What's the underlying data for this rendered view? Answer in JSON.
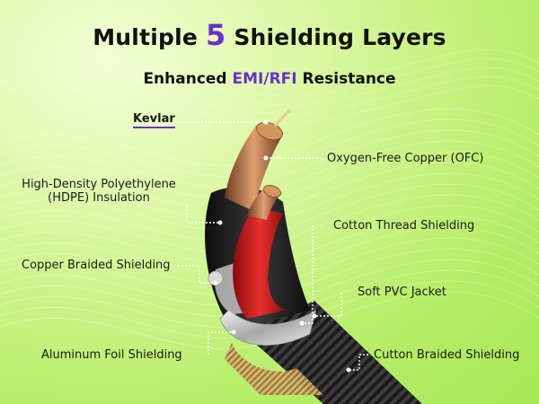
{
  "header": {
    "title_prefix": "Multiple",
    "title_number": "5",
    "title_suffix": "Shielding Layers",
    "subtitle_prefix": "Enhanced",
    "subtitle_highlight": "EMI/RFI",
    "subtitle_suffix": "Resistance"
  },
  "labels": {
    "kevlar": "Kevlar",
    "ofc": "Oxygen-Free Copper (OFC)",
    "hdpe_line1": "High-Density Polyethylene",
    "hdpe_line2": "(HDPE) Insulation",
    "cotton_thread": "Cotton Thread Shielding",
    "copper_braided": "Copper Braided Shielding",
    "pvc_jacket": "Soft PVC Jacket",
    "aluminum_foil": "Aluminum Foil Shielding",
    "cutton_braided": "Cutton Braided Shielding"
  },
  "colors": {
    "accent": "#6a30c8",
    "background": "#b9ee6a",
    "copper": "#c9855a",
    "insulation_red": "#d01818",
    "jacket_black": "#1c1c1c",
    "foil_silver": "#d9d9d9",
    "gold_braid": "#b8934a"
  }
}
